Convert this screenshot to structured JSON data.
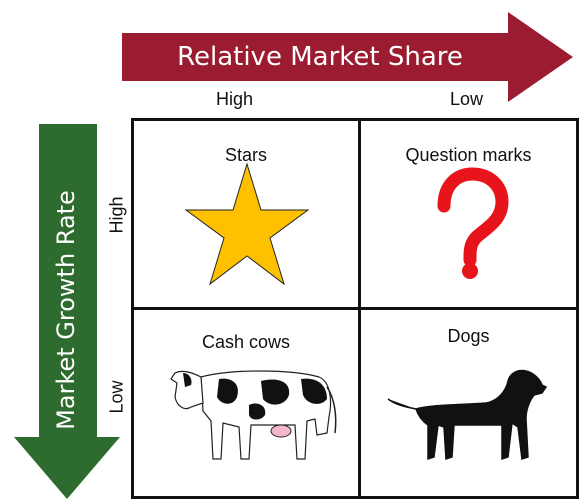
{
  "header": {
    "x_axis_title": "Relative Market Share",
    "x_high_label": "High",
    "x_low_label": "Low"
  },
  "side": {
    "y_axis_title": "Market Growth Rate",
    "y_high_label": "High",
    "y_low_label": "Low"
  },
  "quadrants": {
    "top_left": {
      "title": "Stars",
      "icon": "star-icon"
    },
    "top_right": {
      "title": "Question marks",
      "icon": "question-mark-icon"
    },
    "bottom_left": {
      "title": "Cash cows",
      "icon": "cow-icon"
    },
    "bottom_right": {
      "title": "Dogs",
      "icon": "dog-icon"
    }
  },
  "colors": {
    "x_arrow": "#9B1B30",
    "y_arrow": "#2E6B2E",
    "star_fill": "#FFC000",
    "question_mark": "#E8141B"
  }
}
